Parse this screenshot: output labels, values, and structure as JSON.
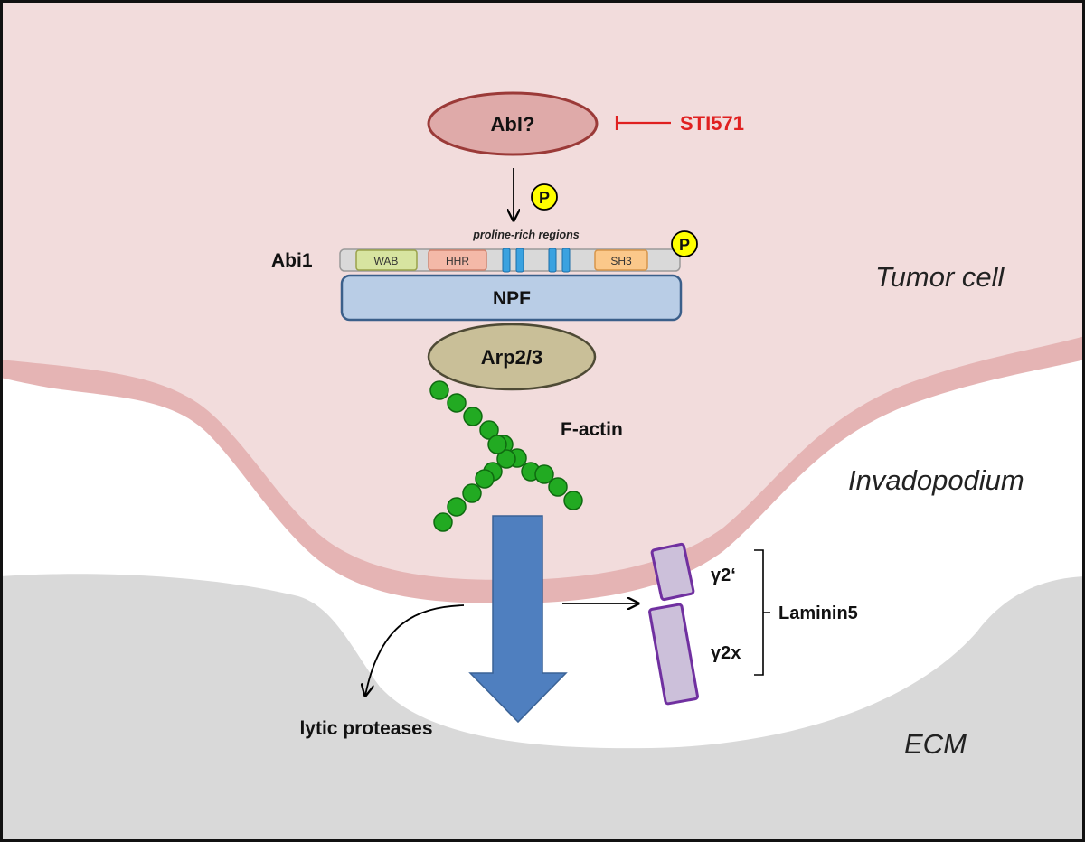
{
  "labels": {
    "abl": "Abl?",
    "inhibitor": "STI571",
    "phospho_top": "P",
    "phospho_side": "P",
    "abi1": "Abi1",
    "proline_note": "proline-rich regions",
    "domain_wab": "WAB",
    "domain_hhr": "HHR",
    "domain_sh3": "SH3",
    "npf": "NPF",
    "arp": "Arp2/3",
    "factin": "F-actin",
    "tumor_cell": "Tumor cell",
    "invadopodium": "Invadopodium",
    "ecm": "ECM",
    "lytic": "lytic proteases",
    "gamma2prime": "γ2‘",
    "gamma2x": "γ2x",
    "laminin": "Laminin5"
  },
  "colors": {
    "cell_fill": "#f2dcdc",
    "membrane": "#e5b4b4",
    "ecm_fill": "#d9d9d9",
    "abl_fill": "#dfaaa9",
    "abl_stroke": "#9b3a38",
    "inhibitor": "#e02020",
    "phospho": "#ffff00",
    "npf_fill": "#b9cde6",
    "npf_stroke": "#3b5f8a",
    "arp_fill": "#c9bf98",
    "arp_stroke": "#4e4a35",
    "actin": "#22aa22",
    "actin_stroke": "#0f6a10",
    "big_arrow": "#4f7fbf",
    "laminin_fill": "#ccc0da",
    "laminin_stroke": "#7030a0",
    "wab": "#d7e4a0",
    "hhr": "#f4b9a8",
    "sh3": "#fbc88a",
    "proline": "#3aa2e0"
  }
}
